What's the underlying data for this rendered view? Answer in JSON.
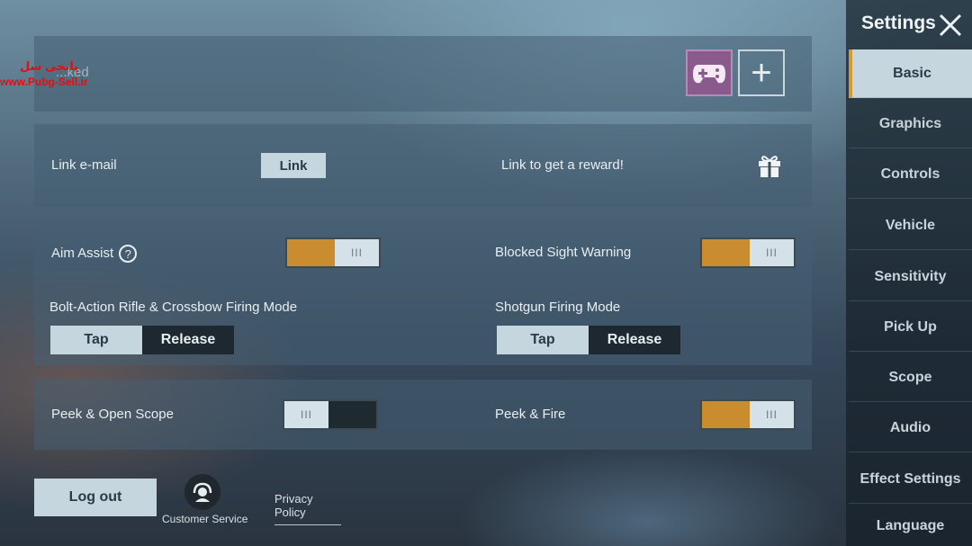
{
  "watermark": {
    "title": "پابجی سل",
    "url": "www.Pubg-Sell.ir"
  },
  "linked": {
    "ghost_label": "...ked"
  },
  "email_row": {
    "label": "Link e-mail",
    "button": "Link",
    "reward": "Link to get a reward!"
  },
  "toggles": {
    "aim_assist": {
      "label": "Aim Assist",
      "help": "?",
      "knob": "III",
      "on": true
    },
    "blocked_sight": {
      "label": "Blocked Sight Warning",
      "knob": "III",
      "on": true
    },
    "peek_open_scope": {
      "label": "Peek & Open Scope",
      "knob": "III",
      "on": false
    },
    "peek_fire": {
      "label": "Peek & Fire",
      "knob": "III",
      "on": true
    }
  },
  "firing": {
    "bolt": {
      "label": "Bolt-Action Rifle & Crossbow Firing Mode",
      "options": [
        "Tap",
        "Release"
      ],
      "selected": "Tap"
    },
    "shotgun": {
      "label": "Shotgun Firing Mode",
      "options": [
        "Tap",
        "Release"
      ],
      "selected": "Tap"
    }
  },
  "footer": {
    "logout": "Log out",
    "customer_service": "Customer Service",
    "privacy": "Privacy Policy"
  },
  "sidebar": {
    "title": "Settings",
    "items": [
      "Basic",
      "Graphics",
      "Controls",
      "Vehicle",
      "Sensitivity",
      "Pick Up",
      "Scope",
      "Audio",
      "Effect Settings",
      "Language"
    ],
    "active": "Basic"
  },
  "colors": {
    "accent": "#c98c2e",
    "selected": "#c6d6df"
  }
}
